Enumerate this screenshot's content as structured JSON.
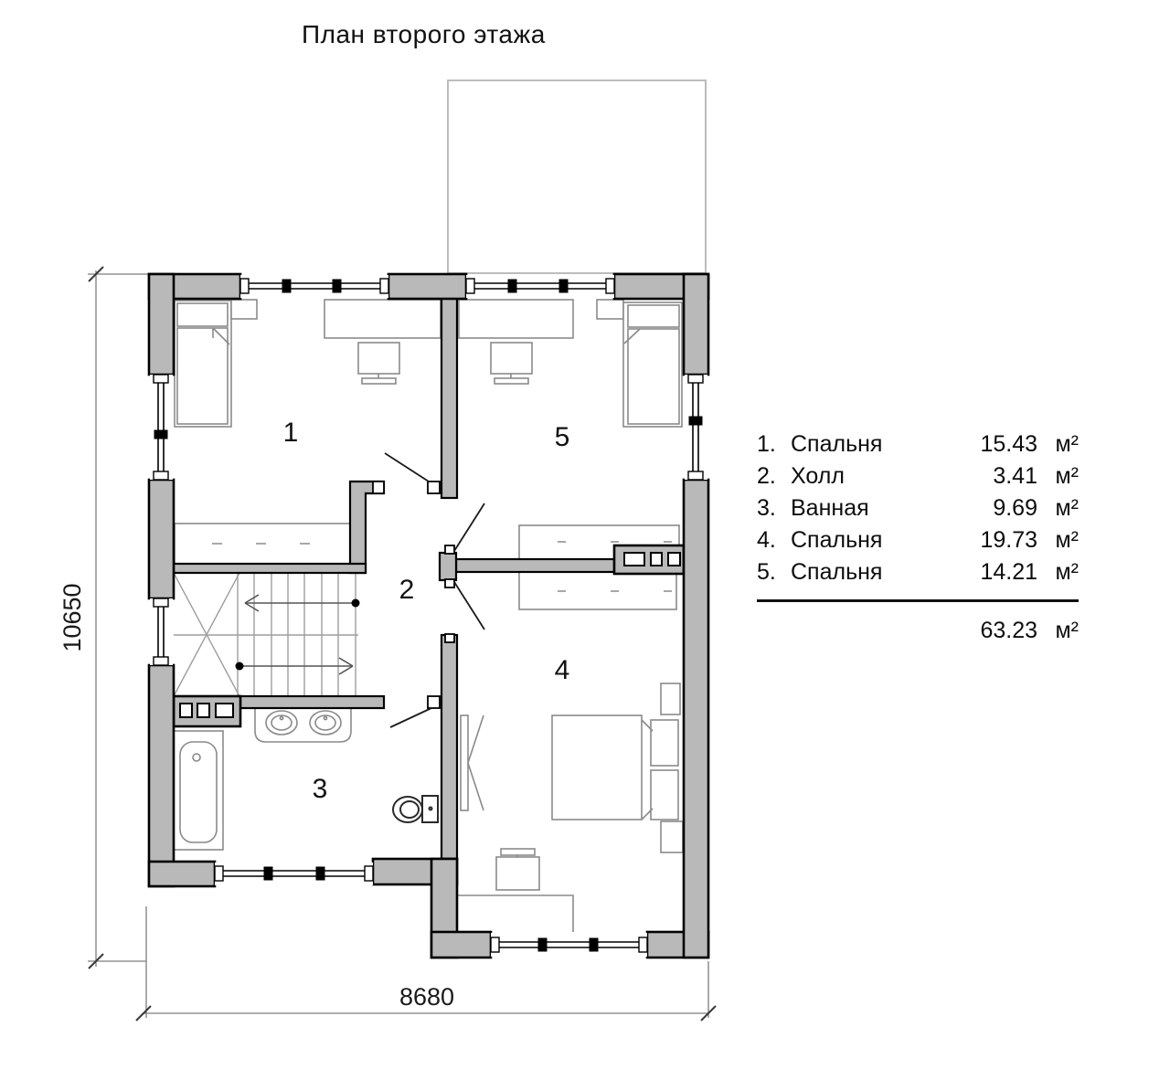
{
  "title": "План второго этажа",
  "rooms": [
    {
      "num": "1",
      "legend_num": "1.",
      "name": "Спальня",
      "area": "15.43"
    },
    {
      "num": "2",
      "legend_num": "2.",
      "name": "Холл",
      "area": "3.41"
    },
    {
      "num": "3",
      "legend_num": "3.",
      "name": "Ванная",
      "area": "9.69"
    },
    {
      "num": "4",
      "legend_num": "4.",
      "name": "Спальня",
      "area": "19.73"
    },
    {
      "num": "5",
      "legend_num": "5.",
      "name": "Спальня",
      "area": "14.21"
    }
  ],
  "legend": {
    "unit": "м²",
    "total_area": "63.23"
  },
  "dimensions": {
    "width_mm": "8680",
    "height_mm": "10650"
  },
  "colors": {
    "wall_fill": "#b9b9b9",
    "outline": "#000000",
    "furniture_line": "#8a8a8a",
    "stair_line": "#9e9e9e",
    "dim_line": "#7d7d7d"
  }
}
